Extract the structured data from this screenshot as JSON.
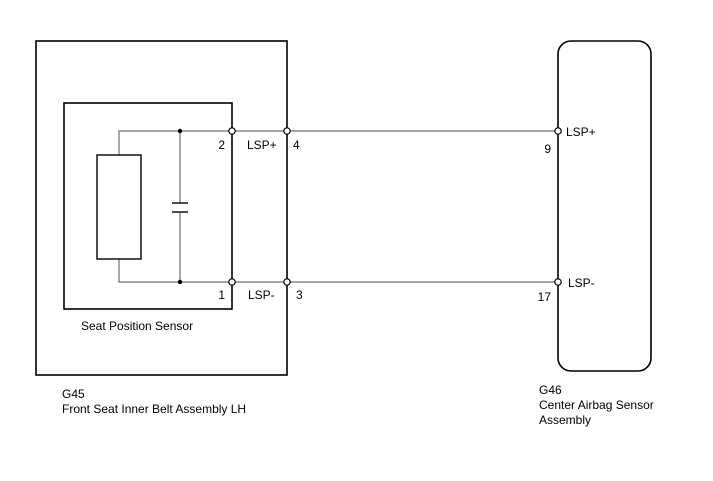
{
  "components": {
    "g45": {
      "code": "G45",
      "name": "Front Seat Inner Belt Assembly LH"
    },
    "sensor": {
      "name": "Seat Position Sensor"
    },
    "g46": {
      "code": "G46",
      "name_line1": "Center Airbag Sensor",
      "name_line2": "Assembly"
    }
  },
  "pins": {
    "sensor_lsp_plus": "2",
    "sensor_lsp_minus": "1",
    "g45_lsp_plus": "4",
    "g45_lsp_minus": "3",
    "g46_lsp_plus": "9",
    "g46_lsp_minus": "17"
  },
  "signals": {
    "g45_lsp_plus": "LSP+",
    "g45_lsp_minus": "LSP-",
    "g46_lsp_plus": "LSP+",
    "g46_lsp_minus": "LSP-"
  }
}
